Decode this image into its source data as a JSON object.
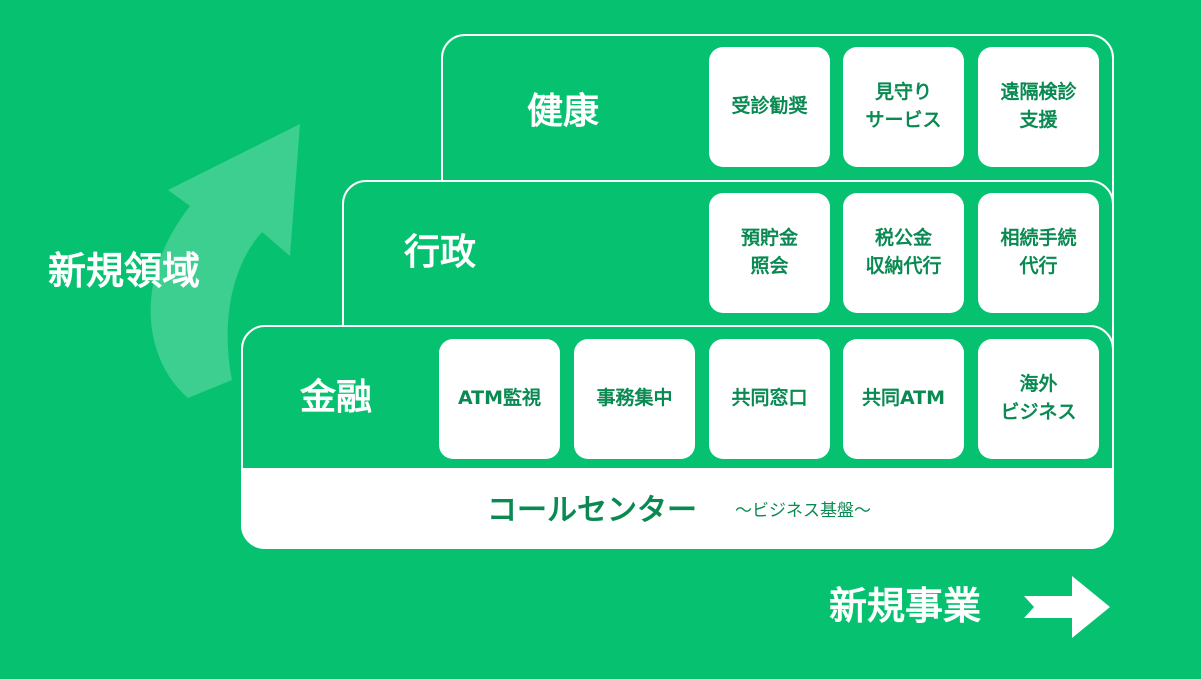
{
  "side_labels": {
    "vertical": "新規領域",
    "horizontal": "新規事業"
  },
  "tiers": {
    "health": {
      "title": "健康",
      "cards": [
        "受診勧奨",
        "見守り\nサービス",
        "遠隔検診\n支援"
      ]
    },
    "government": {
      "title": "行政",
      "cards": [
        "預貯金\n照会",
        "税公金\n収納代行",
        "相続手続\n代行"
      ]
    },
    "finance": {
      "title": "金融",
      "cards": [
        "ATM監視",
        "事務集中",
        "共同窓口",
        "共同ATM",
        "海外\nビジネス"
      ]
    }
  },
  "base": {
    "label": "コールセンター",
    "sublabel": "〜ビジネス基盤〜"
  },
  "colors": {
    "background": "#06C270",
    "card_text": "#0a8a52",
    "white": "#ffffff"
  },
  "icons": [
    "curved-arrow-up-icon",
    "right-arrow-icon"
  ]
}
